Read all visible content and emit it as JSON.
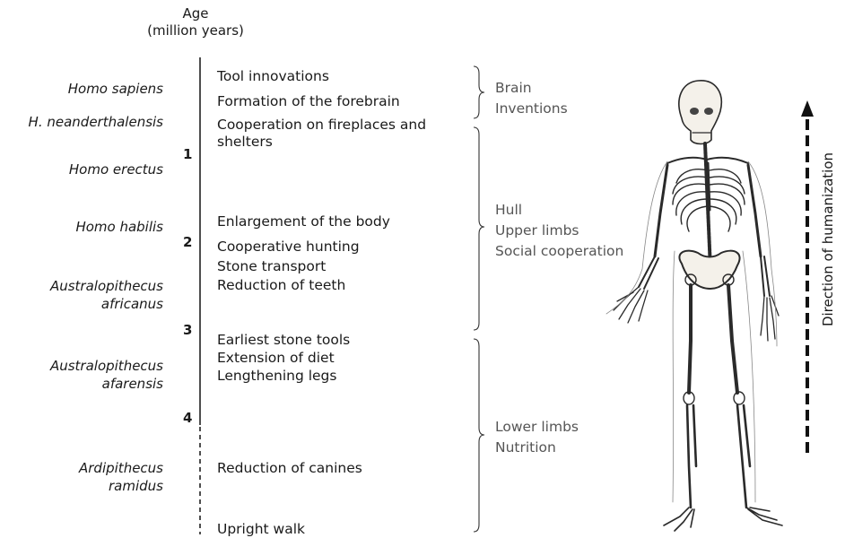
{
  "age_header": {
    "line1": "Age",
    "line2": "(million years)"
  },
  "species": [
    {
      "name": "Homo sapiens"
    },
    {
      "name": "H. neanderthalensis"
    },
    {
      "name": "Homo erectus"
    },
    {
      "name": "Homo habilis"
    },
    {
      "name": "Australopithecus",
      "name2": "africanus"
    },
    {
      "name": "Australopithecus",
      "name2": "afarensis"
    },
    {
      "name": "Ardipithecus",
      "name2": "ramidus"
    }
  ],
  "ticks": [
    "1",
    "2",
    "3",
    "4"
  ],
  "events": [
    "Tool innovations",
    "Formation of the forebrain",
    "Cooperation on fireplaces and",
    "shelters",
    "Enlargement of the body",
    "Cooperative hunting",
    "Stone transport",
    "Reduction of teeth",
    "Earliest stone tools",
    "Extension of diet",
    "Lengthening legs",
    "Reduction of canines",
    "Upright walk"
  ],
  "regions": [
    {
      "lines": [
        "Brain",
        "Inventions"
      ]
    },
    {
      "lines": [
        "Hull",
        "Upper limbs",
        "Social cooperation"
      ]
    },
    {
      "lines": [
        "Lower limbs",
        "Nutrition"
      ]
    }
  ],
  "direction_label": "Direction of humanization",
  "colors": {
    "text": "#1a1a1a",
    "region_text": "#555555",
    "line": "#222222"
  }
}
